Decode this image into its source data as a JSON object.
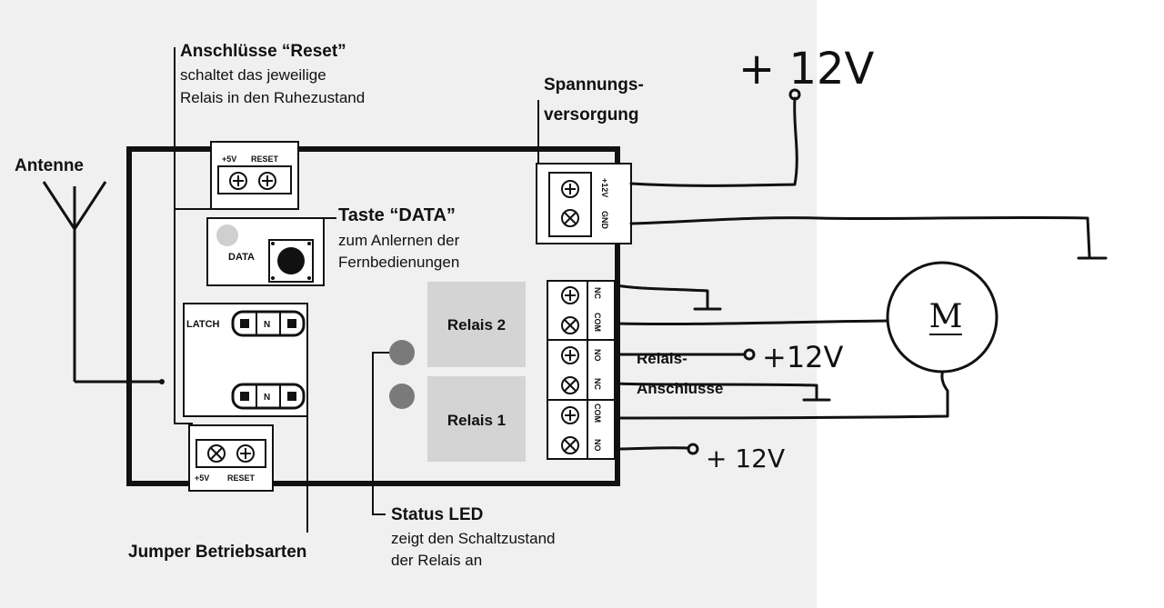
{
  "labels": {
    "antenna": "Antenne",
    "reset_title": "Anschlüsse “Reset”",
    "reset_desc1": "schaltet das jeweilige",
    "reset_desc2": "Relais in den Ruhezustand",
    "power_title1": "Spannungs-",
    "power_title2": "versorgung",
    "data_key_title": "Taste “DATA”",
    "data_key_desc1": "zum Anlernen der",
    "data_key_desc2": "Fernbedienungen",
    "data_button": "DATA",
    "latch": "LATCH",
    "relay2": "Relais 2",
    "relay1": "Relais 1",
    "relay_terminals1": "Relais-",
    "relay_terminals2": "Anschlüsse",
    "status_led_title": "Status LED",
    "status_led_desc1": "zeigt den Schaltzustand",
    "status_led_desc2": "der Relais an",
    "jumper_title": "Jumper Betriebsarten",
    "plus5v": "+5V",
    "reset": "RESET",
    "plus12v_pin": "+12V",
    "gnd_pin": "GND",
    "pin_nc": "NC",
    "pin_com": "COM",
    "pin_no": "NO",
    "jumper_n": "N"
  },
  "handwritten": {
    "supply": "+ 12V",
    "relay2_no": "+12V",
    "relay1_no": "+ 12V",
    "motor": "M"
  },
  "colors": {
    "board_gray": "#f0f0f0",
    "relay_box": "#d4d4d4",
    "led": "#7a7a7a",
    "data_led": "#cfcfcf"
  }
}
